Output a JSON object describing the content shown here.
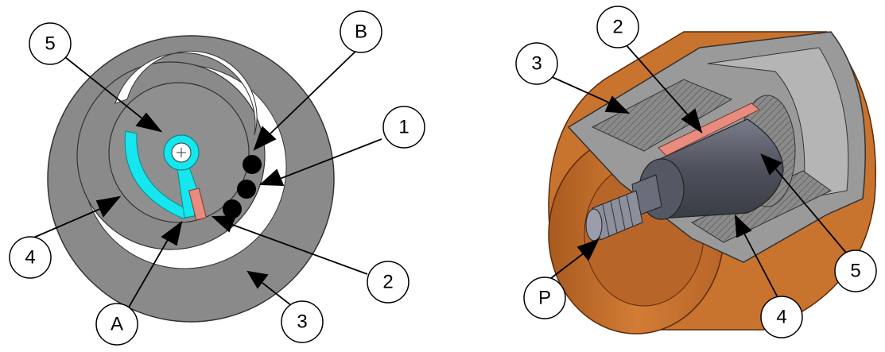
{
  "left_view": {
    "callouts": [
      {
        "id": "5",
        "label": "5"
      },
      {
        "id": "B",
        "label": "B"
      },
      {
        "id": "1",
        "label": "1"
      },
      {
        "id": "4",
        "label": "4"
      },
      {
        "id": "2",
        "label": "2"
      },
      {
        "id": "A",
        "label": "A"
      },
      {
        "id": "3",
        "label": "3"
      }
    ]
  },
  "right_view": {
    "callouts": [
      {
        "id": "2",
        "label": "2"
      },
      {
        "id": "3",
        "label": "3"
      },
      {
        "id": "5",
        "label": "5"
      },
      {
        "id": "4",
        "label": "4"
      },
      {
        "id": "P",
        "label": "P"
      }
    ]
  },
  "colors": {
    "housing_gray": "#8a8a8a",
    "inner_gray": "#9a9a9a",
    "cyan_part": "#16e6ee",
    "pink_part": "#e88c80",
    "copper": "#c8732e",
    "copper_dark": "#a95a1f",
    "cylinder": "#5c5f6b",
    "ball": "#000000"
  }
}
